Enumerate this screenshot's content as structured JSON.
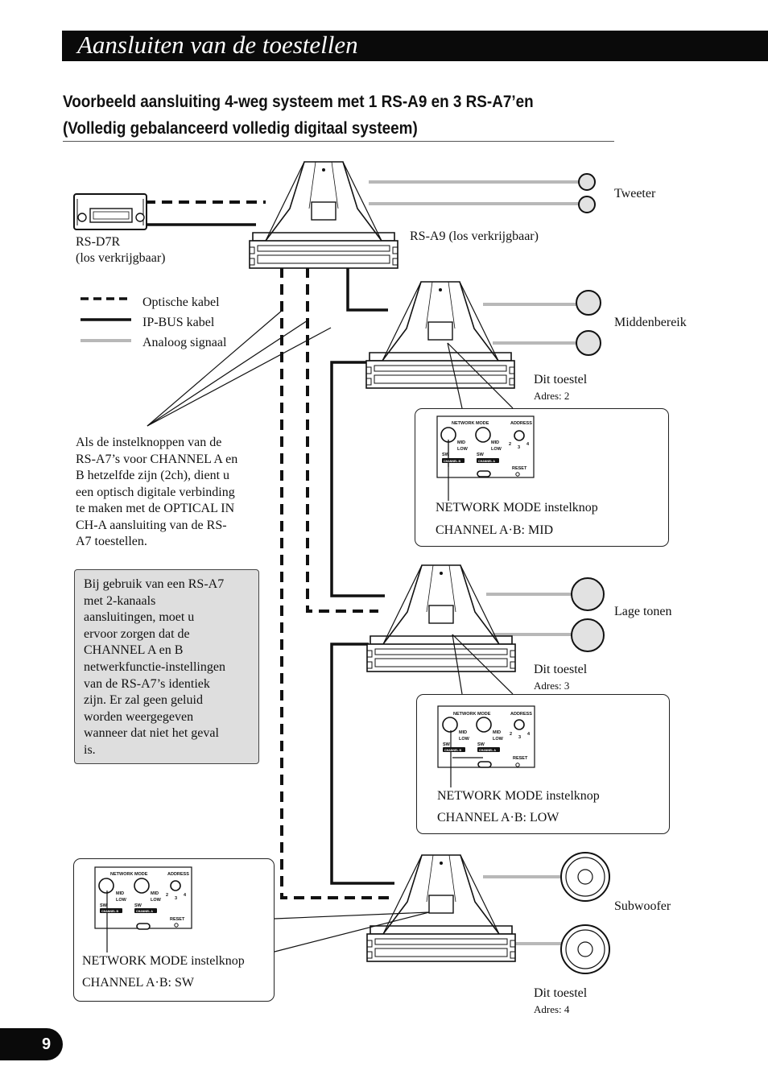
{
  "header": {
    "title": "Aansluiten van de toestellen",
    "section_heading_line1": "Voorbeeld aansluiting 4-weg systeem met 1 RS-A9 en 3 RS-A7’en",
    "section_heading_line2": "(Volledig gebalanceerd volledig digitaal systeem)"
  },
  "devices": {
    "head_unit_name": "RS-D7R",
    "head_unit_note": "(los verkrijgbaar)",
    "processor_label": "RS-A9 (los verkrijgbaar)"
  },
  "legend": {
    "optical": "Optische kabel",
    "ipbus": "IP-BUS kabel",
    "analog": "Analoog signaal"
  },
  "speakers": {
    "tweeter": "Tweeter",
    "midrange": "Middenbereik",
    "low": "Lage tonen",
    "subwoofer": "Subwoofer"
  },
  "units": [
    {
      "label": "Dit toestel",
      "address": "Adres: 2",
      "mode_label": "NETWORK MODE instelknop",
      "channel_setting": "CHANNEL A·B: MID"
    },
    {
      "label": "Dit toestel",
      "address": "Adres: 3",
      "mode_label": "NETWORK MODE instelknop",
      "channel_setting": "CHANNEL A·B: LOW"
    },
    {
      "label": "Dit toestel",
      "address": "Adres: 4",
      "mode_label": "NETWORK MODE instelknop",
      "channel_setting": "CHANNEL A·B: SW"
    }
  ],
  "panel": {
    "network_mode": "NETWORK MODE",
    "address": "ADDRESS",
    "sw": "SW",
    "mid": "MID",
    "low": "LOW",
    "reset": "RESET",
    "channel_b": "CHANNEL B",
    "channel_a": "CHANNEL A",
    "num2": "2",
    "num3": "3",
    "num4": "4"
  },
  "note_lines": [
    "Als de instelknoppen van de",
    "RS-A7’s voor CHANNEL A en",
    "B hetzelfde zijn (2ch), dient u",
    "een optisch digitale verbinding",
    "te maken met de OPTICAL IN",
    "CH-A aansluiting van de RS-",
    "A7 toestellen."
  ],
  "warning_lines": [
    "Bij gebruik van een RS-A7",
    "met 2-kanaals",
    "aansluitingen, moet u",
    "ervoor zorgen dat de",
    "CHANNEL A en B",
    "netwerkfunctie-instellingen",
    "van de RS-A7’s identiek",
    "zijn. Er zal geen geluid",
    "worden weergegeven",
    "wanneer dat niet het geval",
    "is."
  ],
  "page_number": "9",
  "colors": {
    "bar": "#0a0a0a",
    "analog_line": "#b8b8b8",
    "warn_bg": "#dedede"
  }
}
